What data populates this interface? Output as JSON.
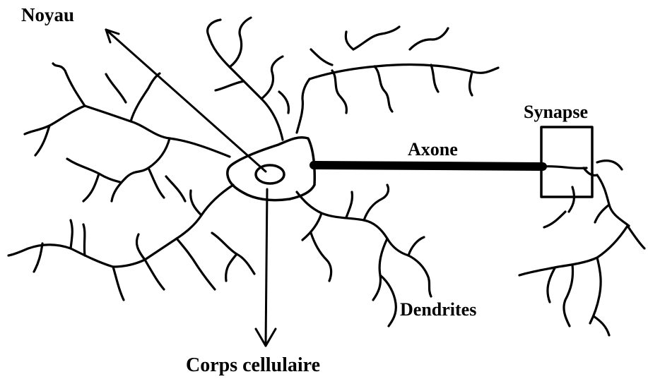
{
  "labels": {
    "nucleus": "Noyau",
    "synapse": "Synapse",
    "axon": "Axone",
    "dendrites": "Dendrites",
    "cell_body": "Corps cellulaire"
  },
  "colors": {
    "ink": "#000000",
    "background": "#ffffff"
  }
}
